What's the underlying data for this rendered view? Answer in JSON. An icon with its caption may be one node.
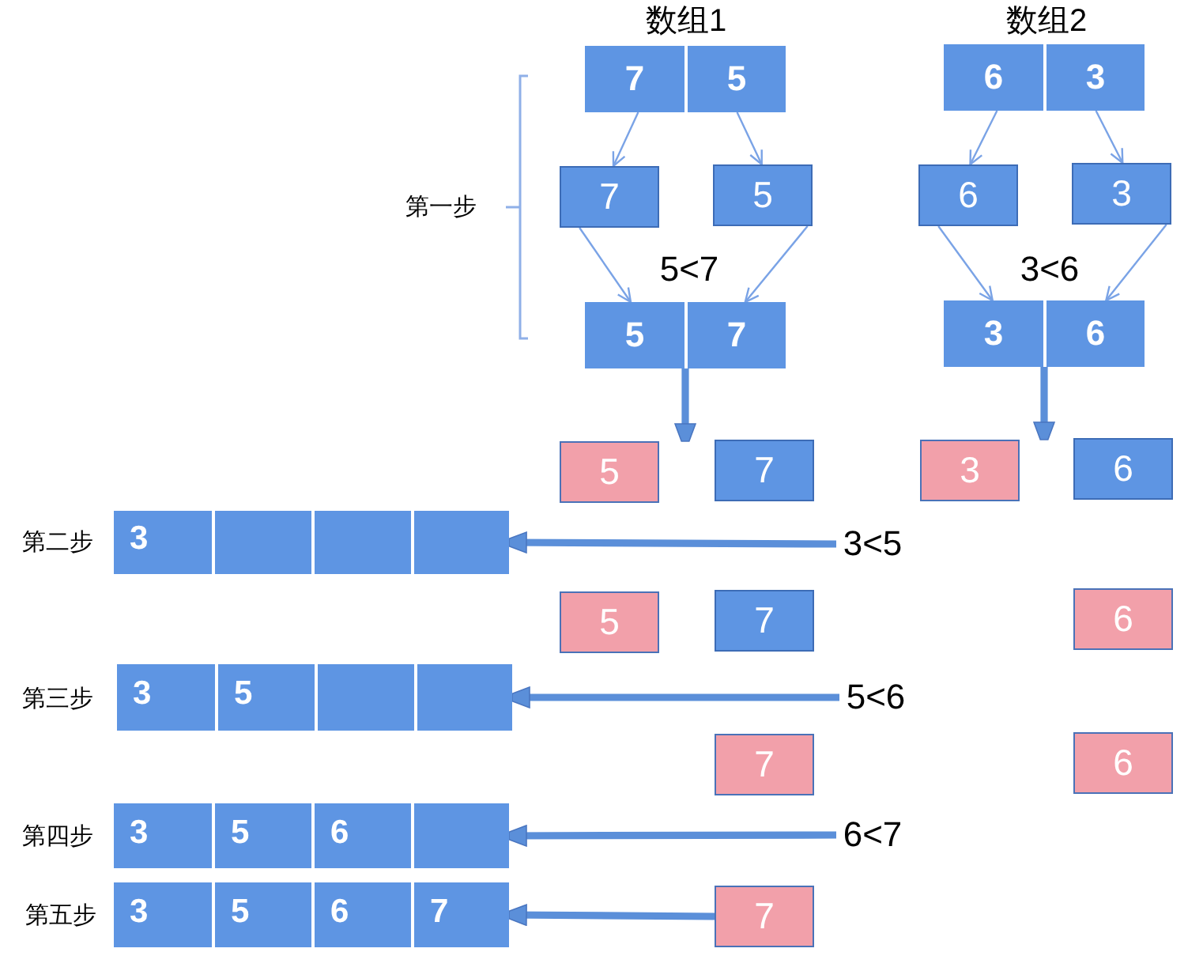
{
  "diagram": {
    "nodes": [
      {
        "text": [],
        "shape": "box"
      },
      {
        "text": [
          "7"
        ],
        "in": 0
      },
      {
        "text": [
          "5"
        ],
        "in": 0
      },
      {
        "text": [],
        "shape": "box"
      },
      {
        "text": [
          "6"
        ],
        "in": 3
      },
      {
        "text": [
          "3"
        ],
        "in": 3
      },
      {
        "text": [
          "7"
        ]
      },
      {
        "text": [
          "5"
        ]
      },
      {
        "text": [
          "6"
        ]
      },
      {
        "text": [
          "3"
        ]
      },
      {
        "text": [],
        "shape": "box"
      },
      {
        "text": [
          "5"
        ],
        "in": 10
      },
      {
        "text": [
          "7"
        ],
        "in": 10
      },
      {
        "text": [],
        "shape": "box"
      },
      {
        "text": [
          "3"
        ],
        "in": 13
      },
      {
        "text": [
          "6"
        ],
        "in": 13
      },
      {
        "text": [
          "5"
        ]
      },
      {
        "text": [
          "7"
        ]
      },
      {
        "text": [
          "3"
        ]
      },
      {
        "text": [
          "6"
        ]
      },
      {
        "text": [],
        "shape": "box",
        "beside": [
          "第二步"
        ]
      },
      {
        "text": [
          "3"
        ],
        "in": 20
      },
      {
        "text": [],
        "shape": "box",
        "in": 20
      },
      {
        "text": [],
        "shape": "box",
        "in": 20
      },
      {
        "text": [],
        "shape": "box",
        "in": 20
      },
      {
        "text": [
          "3<5"
        ]
      },
      {
        "text": [
          "5"
        ]
      },
      {
        "text": [
          "7"
        ]
      },
      {
        "text": [
          "6"
        ]
      },
      {
        "text": [],
        "shape": "box",
        "beside": [
          "第三步"
        ]
      },
      {
        "text": [
          "3"
        ],
        "in": 29
      },
      {
        "text": [
          "5"
        ],
        "in": 29
      },
      {
        "text": [],
        "shape": "box",
        "in": 29
      },
      {
        "text": [],
        "shape": "box",
        "in": 29
      },
      {
        "text": [
          "5<6"
        ]
      },
      {
        "text": [
          "7"
        ]
      },
      {
        "text": [
          "6"
        ]
      },
      {
        "text": [],
        "shape": "box",
        "beside": [
          "第四步"
        ]
      },
      {
        "text": [
          "3"
        ],
        "in": 37
      },
      {
        "text": [
          "5"
        ],
        "in": 37
      },
      {
        "text": [
          "6"
        ],
        "in": 37
      },
      {
        "text": [],
        "shape": "box",
        "in": 37
      },
      {
        "text": [
          "6<7"
        ]
      },
      {
        "text": [],
        "shape": "box",
        "beside": [
          "第五步"
        ]
      },
      {
        "text": [
          "3"
        ],
        "in": 43
      },
      {
        "text": [
          "5"
        ],
        "in": 43
      },
      {
        "text": [
          "6"
        ],
        "in": 43
      },
      {
        "text": [
          "7"
        ],
        "in": 43
      },
      {
        "text": [
          "7"
        ]
      }
    ],
    "edges": [
      {
        "from": 1,
        "to": 6,
        "arrow": "to"
      },
      {
        "from": 2,
        "to": 7,
        "arrow": "to"
      },
      {
        "from": 4,
        "to": 8,
        "arrow": "to"
      },
      {
        "from": 5,
        "to": 9,
        "arrow": "to"
      },
      {
        "from": 6,
        "to": 11,
        "arrow": "to"
      },
      {
        "from": 7,
        "to": 12,
        "arrow": "to"
      },
      {
        "from": 8,
        "to": 14,
        "arrow": "to"
      },
      {
        "from": 9,
        "to": 15,
        "arrow": "to"
      },
      {
        "from": 10,
        "to": 16,
        "arrow": "to",
        "style": "thick"
      },
      {
        "from": 13,
        "to": 18,
        "arrow": "to",
        "style": "thick"
      },
      {
        "from": 25,
        "to": 20,
        "arrow": "to",
        "style": "thick"
      },
      {
        "from": 34,
        "to": 29,
        "arrow": "to",
        "style": "thick"
      },
      {
        "from": 42,
        "to": 37,
        "arrow": "to",
        "style": "thick"
      },
      {
        "from": 48,
        "to": 43,
        "arrow": "to",
        "style": "thick"
      }
    ],
    "labels": [
      "数组1",
      "数组2",
      "第一步",
      "5<7",
      "3<6"
    ]
  }
}
